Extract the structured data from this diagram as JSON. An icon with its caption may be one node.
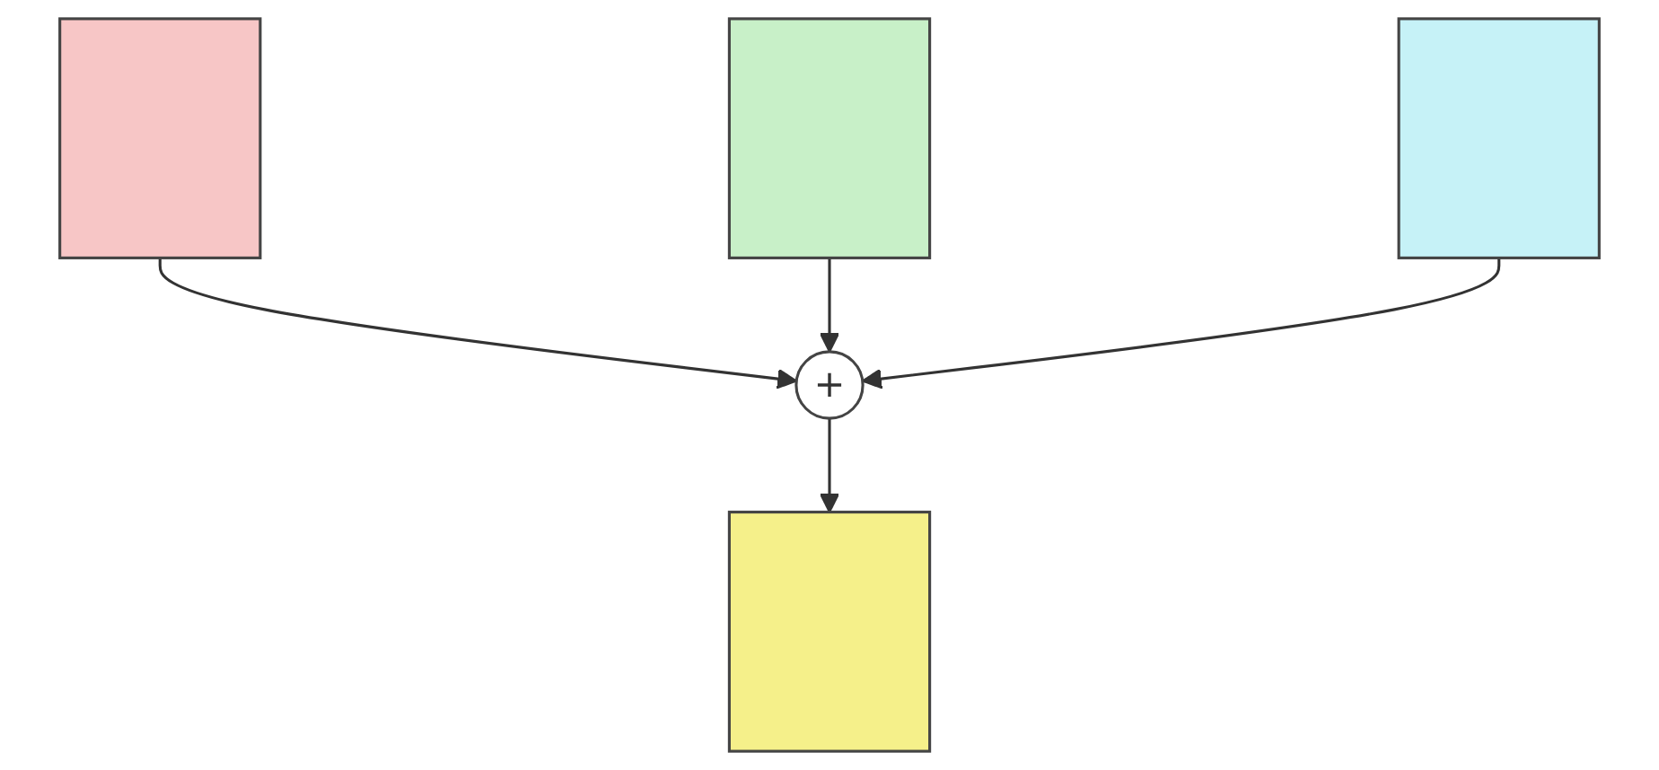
{
  "diagram": {
    "nodes": [
      {
        "text": [],
        "shape": "box"
      },
      {
        "text": [],
        "shape": "box"
      },
      {
        "text": [],
        "shape": "box"
      },
      {
        "text": [
          "+"
        ]
      },
      {
        "text": [],
        "shape": "box"
      }
    ],
    "edges": [
      {
        "from": 0,
        "to": 3,
        "arrow": "to"
      },
      {
        "from": 1,
        "to": 3,
        "arrow": "to"
      },
      {
        "from": 2,
        "to": 3,
        "arrow": "to"
      },
      {
        "from": 3,
        "to": 4,
        "arrow": "to"
      }
    ]
  }
}
